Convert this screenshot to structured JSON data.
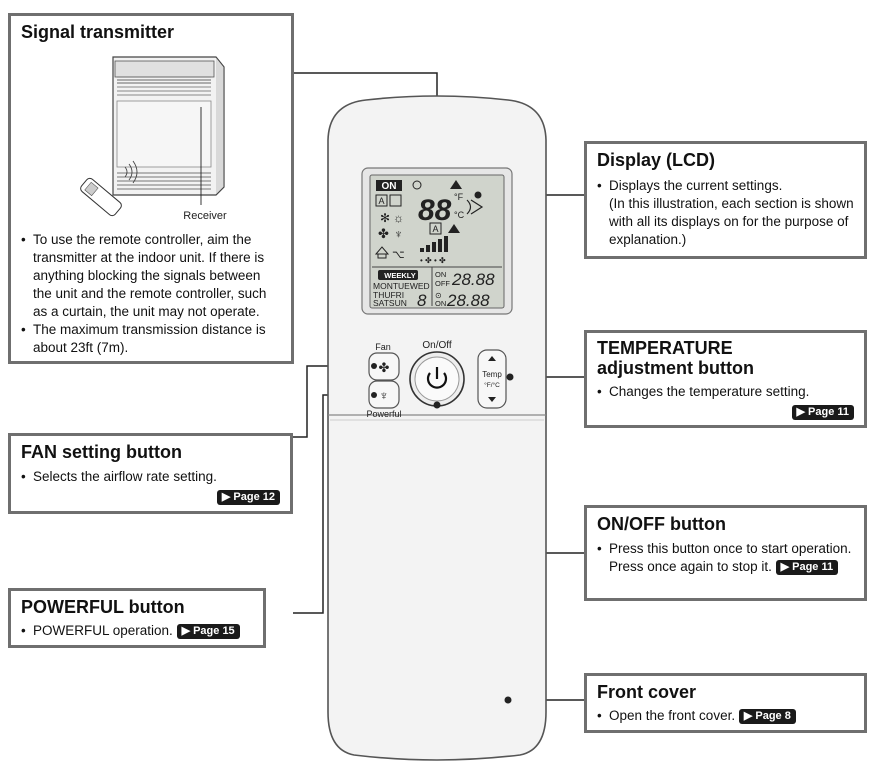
{
  "signal": {
    "title": "Signal transmitter",
    "receiver": "Receiver",
    "b1": "To use the remote controller, aim the transmitter at the indoor unit. If there is anything blocking the signals between the unit and the remote controller, such as a curtain, the unit may not operate.",
    "b2": "The maximum transmission distance is about 23ft (7m)."
  },
  "display": {
    "title": "Display (LCD)",
    "b1_line1": "Displays the current settings.",
    "b1_line2": "(In this illustration, each section is shown with all its displays on for the purpose of explanation.)"
  },
  "temp": {
    "title_line1": "TEMPERATURE",
    "title_line2": "adjustment button",
    "b1": "Changes the temperature setting.",
    "page": "Page 11"
  },
  "fan": {
    "title": "FAN setting button",
    "b1": "Selects the airflow rate setting.",
    "page": "Page 12"
  },
  "onoff": {
    "title": "ON/OFF button",
    "b1_line1": "Press this button once to start operation.",
    "b1_line2": "Press once again to stop it.",
    "page": "Page 11"
  },
  "powerful": {
    "title": "POWERFUL button",
    "b1": "POWERFUL operation.",
    "page": "Page 15"
  },
  "front": {
    "title": "Front cover",
    "b1": "Open the front cover.",
    "page": "Page 8"
  },
  "remote": {
    "fan": "Fan",
    "onoff": "On/Off",
    "powerful": "Powerful",
    "temp": "Temp",
    "unit": "°F/°C",
    "lcd": {
      "on": "ON",
      "weekly": "WEEKLY",
      "days1": "MONTUEWED",
      "days2": "THUFRI",
      "days3": "SATSUN",
      "on2": "ON",
      "off": "OFF",
      "time1": "28.88",
      "time2": "28.88",
      "big": "88",
      "f": "°F",
      "c": "°C",
      "digit": "8"
    }
  }
}
